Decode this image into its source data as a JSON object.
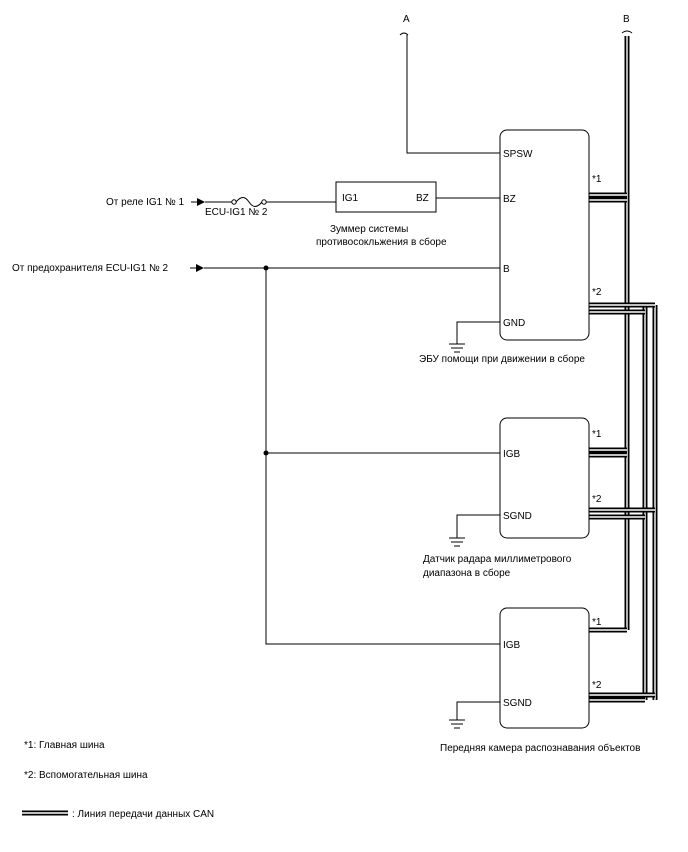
{
  "connectors": {
    "a": "A",
    "b": "B"
  },
  "sources": {
    "relay": "От реле IG1 № 1",
    "fuse_source": "От предохранителя ECU-IG1 № 2"
  },
  "fuse": {
    "label": "ECU-IG1 № 2"
  },
  "buzzer": {
    "pin_ig1": "IG1",
    "pin_bz": "BZ",
    "name_line1": "Зуммер системы",
    "name_line2": "противосокльжения в сборе"
  },
  "ecu": {
    "pins": {
      "spsw": "SPSW",
      "bz": "BZ",
      "b": "B",
      "gnd": "GND"
    },
    "name": "ЭБУ помощи при движении в сборе",
    "bus1": "*1",
    "bus2": "*2"
  },
  "radar": {
    "pins": {
      "igb": "IGB",
      "sgnd": "SGND"
    },
    "name_line1": "Датчик радара миллиметрового",
    "name_line2": "диапазона в сборе",
    "bus1": "*1",
    "bus2": "*2"
  },
  "camera": {
    "pins": {
      "igb": "IGB",
      "sgnd": "SGND"
    },
    "name": "Передняя камера распознавания объектов",
    "bus1": "*1",
    "bus2": "*2"
  },
  "legend": {
    "note1": "*1: Главная шина",
    "note2": "*2: Вспомогательная шина",
    "can_line": ": Линия передачи данных CAN"
  }
}
